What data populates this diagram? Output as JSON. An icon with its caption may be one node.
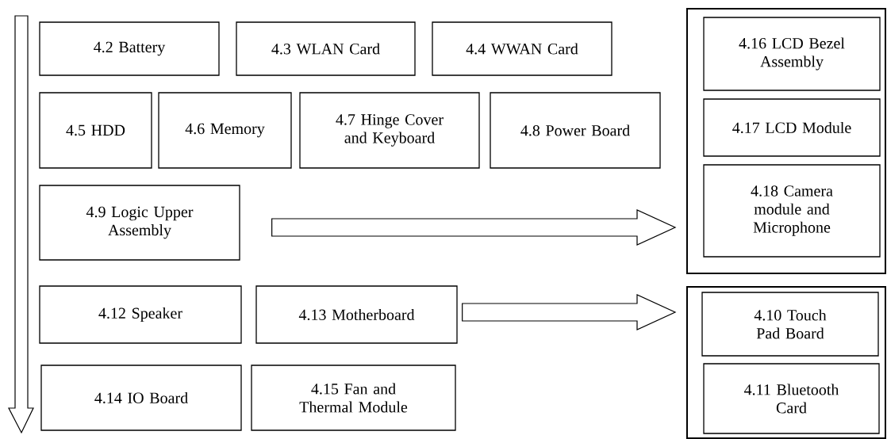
{
  "diagram": {
    "nodes": [
      {
        "text": [
          "4.2 Battery"
        ]
      },
      {
        "text": [
          "4.3 WLAN Card"
        ]
      },
      {
        "text": [
          "4.4 WWAN Card"
        ]
      },
      {
        "text": [],
        "shape": "box"
      },
      {
        "text": [
          "4.16 LCD Bezel Assembly"
        ],
        "in": 3
      },
      {
        "text": [
          "4.17 LCD Module"
        ],
        "in": 3
      },
      {
        "text": [
          "4.18 Camera module and Microphone"
        ],
        "in": 3
      },
      {
        "text": [
          "4.5 HDD"
        ]
      },
      {
        "text": [
          "4.6 Memory"
        ]
      },
      {
        "text": [
          "4.7 Hinge Cover and Keyboard"
        ]
      },
      {
        "text": [
          "4.8 Power Board"
        ]
      },
      {
        "text": [
          "4.9 Logic Upper Assembly"
        ]
      },
      {
        "text": [
          "4.12 Speaker"
        ]
      },
      {
        "text": [
          "4.13 Motherboard"
        ]
      },
      {
        "text": [],
        "shape": "box"
      },
      {
        "text": [
          "4.10 Touch Pad Board"
        ],
        "in": 14
      },
      {
        "text": [
          "4.11 Bluetooth Card"
        ],
        "in": 14
      },
      {
        "text": [
          "4.14 IO Board"
        ]
      },
      {
        "text": [
          "4.15 Fan and Thermal Module"
        ]
      }
    ],
    "edges": [
      {
        "from": 11,
        "to": 3,
        "arrow": "to"
      },
      {
        "from": 13,
        "to": 14,
        "arrow": "to"
      }
    ]
  }
}
